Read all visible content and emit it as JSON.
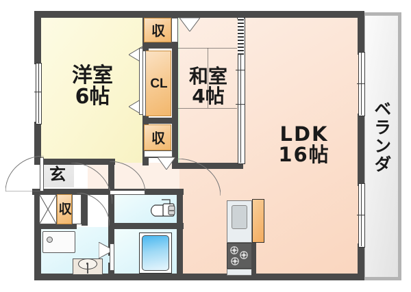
{
  "plan": {
    "type": "japanese-apartment-floorplan",
    "layout_name": "2LDK",
    "rooms": [
      {
        "key": "yoshitsu",
        "label_lines": [
          "洋室",
          "6帖"
        ],
        "name": "western-room",
        "size_jo": 6
      },
      {
        "key": "washitsu",
        "label_lines": [
          "和室",
          "4帖"
        ],
        "name": "japanese-room",
        "size_jo": 4
      },
      {
        "key": "ldk",
        "label_lines": [
          "LDK",
          "16帖"
        ],
        "name": "living-dining-kitchen",
        "size_jo": 16
      },
      {
        "key": "balcony",
        "label_lines": [
          "ベランダ"
        ],
        "name": "balcony"
      },
      {
        "key": "genkan",
        "label_lines": [
          "玄"
        ],
        "name": "entrance"
      }
    ],
    "storages": [
      {
        "key": "closet_top",
        "label": "収",
        "name": "storage-top"
      },
      {
        "key": "closet_cl",
        "label": "CL",
        "name": "closet-cl"
      },
      {
        "key": "closet_bottom",
        "label": "収",
        "name": "storage-bottom"
      },
      {
        "key": "shoe_box",
        "label": "収",
        "name": "shoe-storage"
      }
    ],
    "fixtures": [
      {
        "key": "toilet",
        "name": "toilet-fixture"
      },
      {
        "key": "bathtub",
        "name": "bathtub"
      },
      {
        "key": "washer_pan",
        "name": "washing-machine-pan"
      },
      {
        "key": "vanity_sink",
        "name": "vanity-sink"
      },
      {
        "key": "stove",
        "name": "gas-stove-3burner"
      },
      {
        "key": "kitchen_counter",
        "name": "kitchen-counter"
      },
      {
        "key": "tall_cabinet",
        "name": "tall-cabinet"
      }
    ],
    "colors": {
      "wall": "#4a4a4a",
      "western_room": "#fbf7d2",
      "japanese_room": "#d5f1cd",
      "ldk": "#fbdfcd",
      "water_area": "#dff6fb",
      "closet": "#f6c88e",
      "genkan": "#e3e3e3",
      "balcony": "#eeeeee"
    },
    "labels": {
      "yoshitsu_line1": "洋室",
      "yoshitsu_line2": "6帖",
      "washitsu_line1": "和室",
      "washitsu_line2": "4帖",
      "ldk_line1": "LDK",
      "ldk_line2": "16帖",
      "balcony": "ベランダ",
      "genkan": "玄",
      "storage_top": "収",
      "closet_cl": "CL",
      "storage_bottom": "収",
      "shoe_storage": "収"
    }
  }
}
